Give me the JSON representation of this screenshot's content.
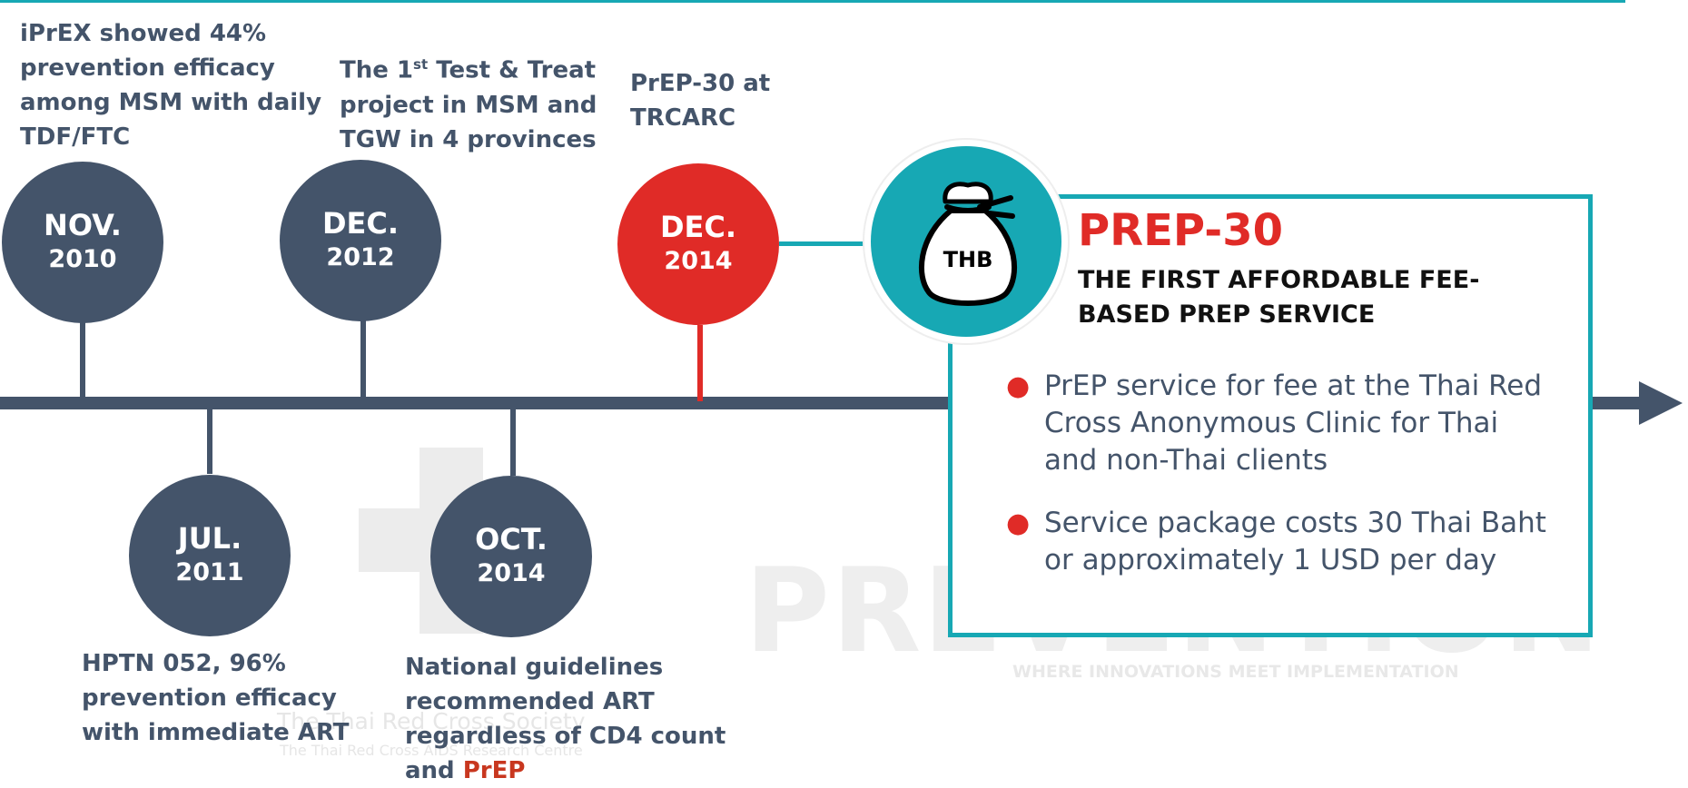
{
  "watermark": {
    "prevention": "PREVENTION",
    "tagline": "WHERE INNOVATIONS MEET IMPLEMENTATION",
    "org_name": "The Thai Red Cross Society",
    "org_centre": "The Thai Red Cross AIDS Research Centre"
  },
  "milestones": [
    {
      "month": "NOV.",
      "year": "2010",
      "text_lines": [
        "iPrEX showed 44%",
        "prevention efficacy",
        "among MSM with daily",
        "TDF/FTC"
      ]
    },
    {
      "month": "JUL.",
      "year": "2011",
      "text_lines": [
        "HPTN 052, 96%",
        "prevention efficacy",
        "with immediate ART"
      ]
    },
    {
      "month": "DEC.",
      "year": "2012",
      "text_prefix": "The 1",
      "text_sup": "st",
      "text_rest": " Test & Treat",
      "text_lines": [
        "project in MSM and",
        "TGW in 4 provinces"
      ]
    },
    {
      "month": "OCT.",
      "year": "2014",
      "text_lines": [
        "National guidelines",
        "recommended ART",
        "regardless of CD4 count"
      ],
      "last_prefix": "and ",
      "last_highlight": "PrEP"
    },
    {
      "month": "DEC.",
      "year": "2014",
      "text_lines": [
        "PrEP-30 at",
        "TRCARC"
      ]
    }
  ],
  "callout": {
    "badge_text": "THB",
    "title": "PREP-30",
    "subtitle": "THE FIRST AFFORDABLE FEE-BASED PREP SERVICE",
    "bullets": [
      "PrEP service for fee at the Thai Red Cross Anonymous Clinic for Thai and non-Thai clients",
      "Service package costs 30 Thai Baht or approximately 1 USD per day"
    ]
  },
  "colors": {
    "navy": "#44546a",
    "red": "#e02b27",
    "teal": "#17a8b4"
  }
}
